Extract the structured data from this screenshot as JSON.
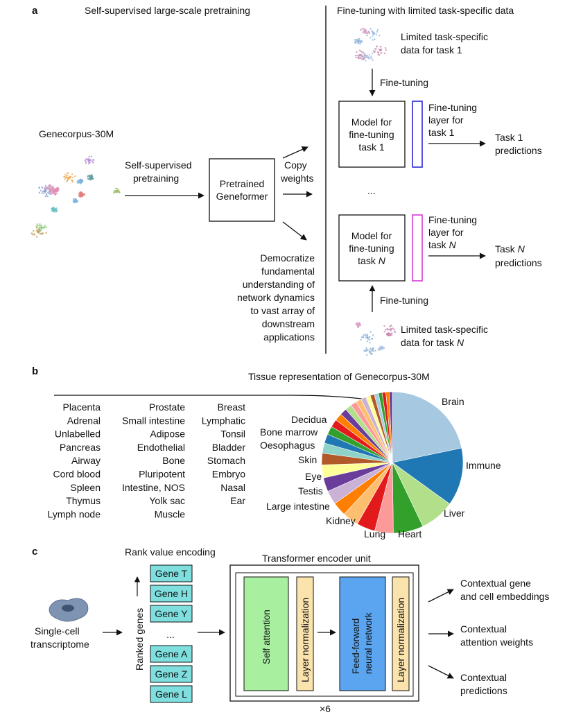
{
  "panel_a": {
    "label": "a",
    "left_title": "Self-supervised large-scale pretraining",
    "right_title": "Fine-tuning with limited task-specific data",
    "corpus_label": "Genecorpus-30M",
    "arrow_label": [
      "Self-supervised",
      "pretraining"
    ],
    "pretrained_box": [
      "Pretrained",
      "Geneformer"
    ],
    "copy_label": [
      "Copy",
      "weights"
    ],
    "democratize": [
      "Democratize",
      "fundamental",
      "understanding of",
      "network dynamics",
      "to vast array of",
      "downstream",
      "applications"
    ],
    "task1_data": [
      "Limited task-specific",
      "data for task 1"
    ],
    "taskN_data": [
      "Limited task-specific",
      "data for task "
    ],
    "taskN_italic": "N",
    "finetuning_label": "Fine-tuning",
    "model1": [
      "Model for",
      "fine-tuning",
      "task 1"
    ],
    "modelN": [
      "Model for",
      "fine-tuning",
      "task "
    ],
    "layer1": [
      "Fine-tuning",
      "layer for",
      "task 1"
    ],
    "layerN": [
      "Fine-tuning",
      "layer for",
      "task "
    ],
    "pred1": [
      "Task 1",
      "predictions"
    ],
    "predN": [
      "Task ",
      "predictions"
    ],
    "ellipsis": "..."
  },
  "panel_b": {
    "label": "b",
    "title": "Tissue representation of Genecorpus-30M",
    "col1": [
      "Placenta",
      "Adrenal",
      "Unlabelled",
      "Pancreas",
      "Airway",
      "Cord blood",
      "Spleen",
      "Thymus",
      "Lymph node"
    ],
    "col2": [
      "Prostate",
      "Small intestine",
      "Adipose",
      "Endothelial",
      "Bone",
      "Pluripotent",
      "Intestine, NOS",
      "Yolk sac",
      "Muscle"
    ],
    "col3": [
      "Breast",
      "Lymphatic",
      "Tonsil",
      "Bladder",
      "Stomach",
      "Embryo",
      "Nasal",
      "Ear"
    ],
    "pie_labels": {
      "brain": "Brain",
      "immune": "Immune",
      "liver": "Liver",
      "heart": "Heart",
      "lung": "Lung",
      "kidney": "Kidney",
      "large_intestine": "Large intestine",
      "testis": "Testis",
      "eye": "Eye",
      "skin": "Skin",
      "oesophagus": "Oesophagus",
      "bone_marrow": "Bone marrow",
      "decidua": "Decidua"
    },
    "pie_colors": [
      "#a6c8e0",
      "#1f78b4",
      "#b2df8a",
      "#33a02c",
      "#fb9a99",
      "#e31a1c",
      "#fdbf6f",
      "#ff7f00",
      "#cab2d6",
      "#6a3d9a",
      "#ffff99",
      "#b15928",
      "#8dd3c7",
      "#1f78b4",
      "#33a02c",
      "#e31a1c",
      "#ff7f00",
      "#6a3d9a",
      "#b2df8a",
      "#fb9a99",
      "#fdbf6f",
      "#cab2d6",
      "#ffff99",
      "#b15928",
      "#a6cee3",
      "#33a02c",
      "#e31a1c",
      "#ff7f00",
      "#6a3d9a"
    ]
  },
  "panel_c": {
    "label": "c",
    "rank_title": "Rank value encoding",
    "transformer_title": "Transformer encoder unit",
    "cell_label": [
      "Single-cell",
      "transcriptome"
    ],
    "ranked_genes": "Ranked genes",
    "genes": [
      "Gene T",
      "Gene H",
      "Gene Y",
      "...",
      "Gene A",
      "Gene Z",
      "Gene L"
    ],
    "self_attention": "Self attention",
    "layer_norm": "Layer normalization",
    "feed_forward": [
      "Feed-forward",
      "neural network"
    ],
    "repeat": "×6",
    "outputs": [
      [
        "Contextual gene",
        "and cell embeddings"
      ],
      [
        "Contextual",
        "attention weights"
      ],
      [
        "Contextual",
        "predictions"
      ]
    ]
  }
}
